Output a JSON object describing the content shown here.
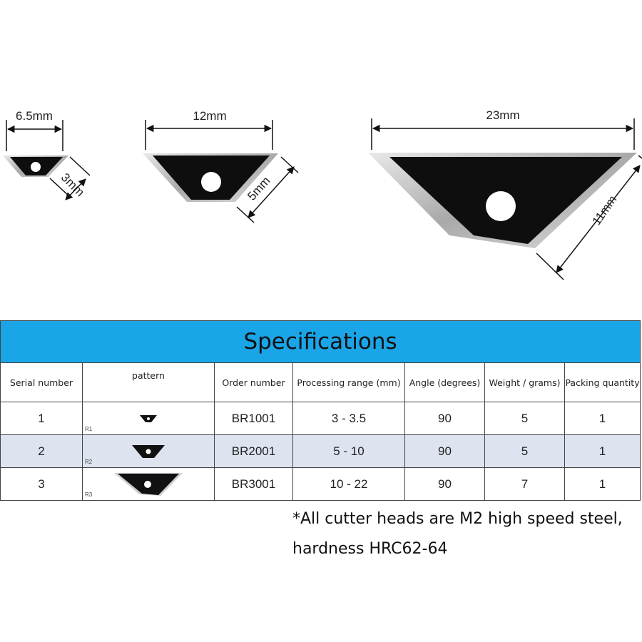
{
  "diagrams": {
    "small": {
      "width_label": "6.5mm",
      "edge_label": "3mm"
    },
    "medium": {
      "width_label": "12mm",
      "edge_label": "5mm"
    },
    "large": {
      "width_label": "23mm",
      "edge_label": "11mm"
    }
  },
  "table": {
    "title": "Specifications",
    "headers": [
      "Serial number",
      "pattern",
      "Order number",
      "Processing range (mm)",
      "Angle (degrees)",
      "Weight / grams)",
      "Packing quantity"
    ],
    "rows": [
      {
        "serial": "1",
        "code": "R1",
        "order": "BR1001",
        "range": "3 - 3.5",
        "angle": "90",
        "weight": "5",
        "qty": "1"
      },
      {
        "serial": "2",
        "code": "R2",
        "order": "BR2001",
        "range": "5 - 10",
        "angle": "90",
        "weight": "5",
        "qty": "1"
      },
      {
        "serial": "3",
        "code": "R3",
        "order": "BR3001",
        "range": "10 - 22",
        "angle": "90",
        "weight": "7",
        "qty": "1"
      }
    ],
    "header_color": "#1aa5e8",
    "stripe_color": "#dde4f0"
  },
  "footnote": {
    "line1": "*All cutter heads are M2 high speed steel,",
    "line2": "hardness HRC62-64"
  }
}
